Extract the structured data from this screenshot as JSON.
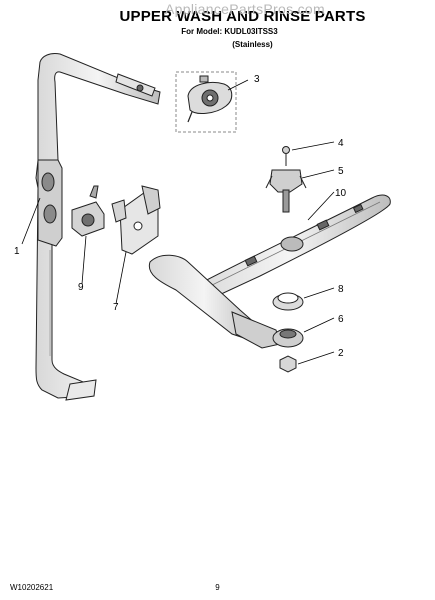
{
  "header": {
    "title": "UPPER WASH AND RINSE PARTS",
    "watermark": "AppliancePartsPros.com",
    "model_line": "For Model: KUDL03ITSS3",
    "variant": "(Stainless)"
  },
  "callouts": [
    "1",
    "2",
    "3",
    "4",
    "5",
    "6",
    "7",
    "8",
    "9",
    "10"
  ],
  "footer": {
    "code": "W10202621",
    "page": "9"
  }
}
